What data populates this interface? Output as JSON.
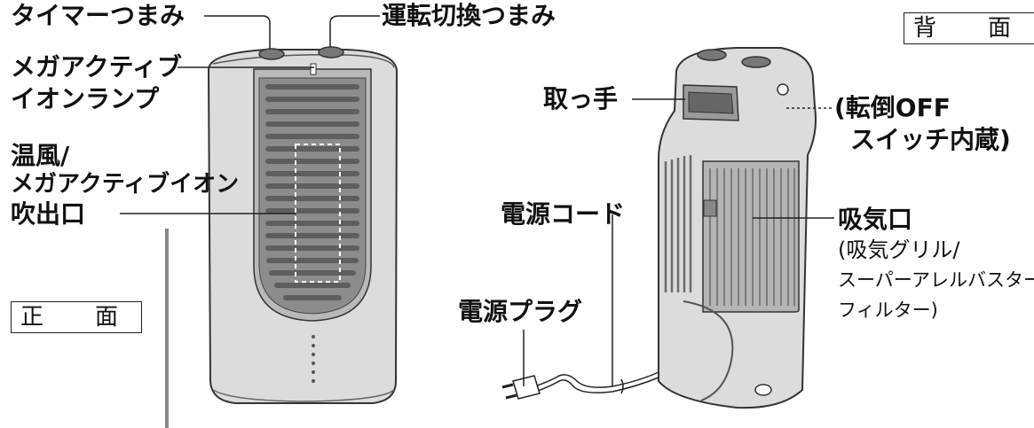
{
  "front": {
    "view_label": "正　面",
    "timer_knob": "タイマーつまみ",
    "mode_knob": "運転切換つまみ",
    "ion_lamp_line1": "メガアクティブ",
    "ion_lamp_line2": "イオンランプ",
    "outlet_line1": "温風/",
    "outlet_line2": "メガアクティブイオン",
    "outlet_line3": "吹出口"
  },
  "back": {
    "view_label": "背　面",
    "handle": "取っ手",
    "switch_line1": "(転倒OFF",
    "switch_line2": "スイッチ内蔵)",
    "cord": "電源コード",
    "plug": "電源プラグ",
    "intake": "吸気口",
    "intake_detail_line1": "(吸気グリル/",
    "intake_detail_line2": "スーパーアレルバスター",
    "intake_detail_line3": "フィルター)"
  },
  "colors": {
    "body": "#dcdcdc",
    "grille": "#8c8c8c",
    "slat": "#5e5e5e",
    "outline": "#333333"
  }
}
